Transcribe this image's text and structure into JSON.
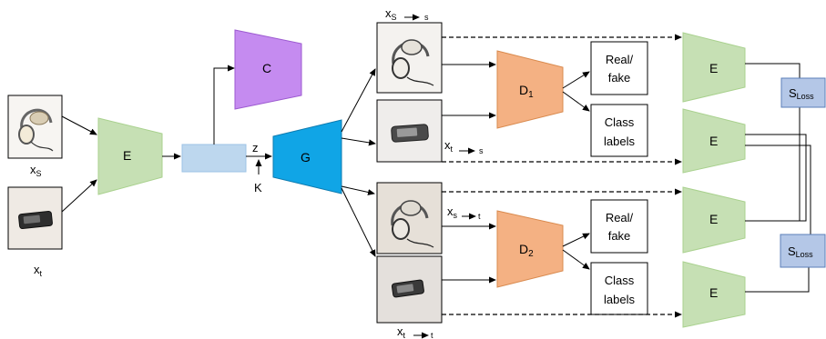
{
  "encoder_label": "E",
  "classifier_label": "C",
  "generator_label": "G",
  "discriminator1": {
    "main": "D",
    "sub": "1"
  },
  "discriminator2": {
    "main": "D",
    "sub": "2"
  },
  "z_label": "z",
  "k_label": "K",
  "xs_input": {
    "main": "x",
    "sub": "S"
  },
  "xt_input": {
    "main": "x",
    "sub": "t"
  },
  "real_fake": {
    "line1": "Real/",
    "line2": "fake"
  },
  "class_labels": {
    "line1": "Class",
    "line2": "labels"
  },
  "s_loss": {
    "main": "S",
    "sub": "Loss"
  },
  "map_s_to_s": {
    "x": "x",
    "sub_from": "S",
    "sub_to": "s"
  },
  "map_t_to_s": {
    "x": "x",
    "sub_from": "t",
    "sub_to": "s"
  },
  "map_s_to_t": {
    "x": "x",
    "sub_from": "s",
    "sub_to": "t"
  },
  "map_t_to_t": {
    "x": "x",
    "sub_from": "t",
    "sub_to": "t"
  },
  "colors": {
    "encoder": "#c6e0b4",
    "encoder_stroke": "#a9d18e",
    "classifier": "#c58bf0",
    "classifier_stroke": "#9c5ad0",
    "generator": "#10a5e6",
    "generator_stroke": "#0e7bb0",
    "discriminator": "#f4b183",
    "discriminator_stroke": "#d98a4e",
    "latent": "#bdd7ee",
    "latent_stroke": "#9dc3e6",
    "loss": "#b4c7e7",
    "loss_stroke": "#5b7fb8"
  }
}
